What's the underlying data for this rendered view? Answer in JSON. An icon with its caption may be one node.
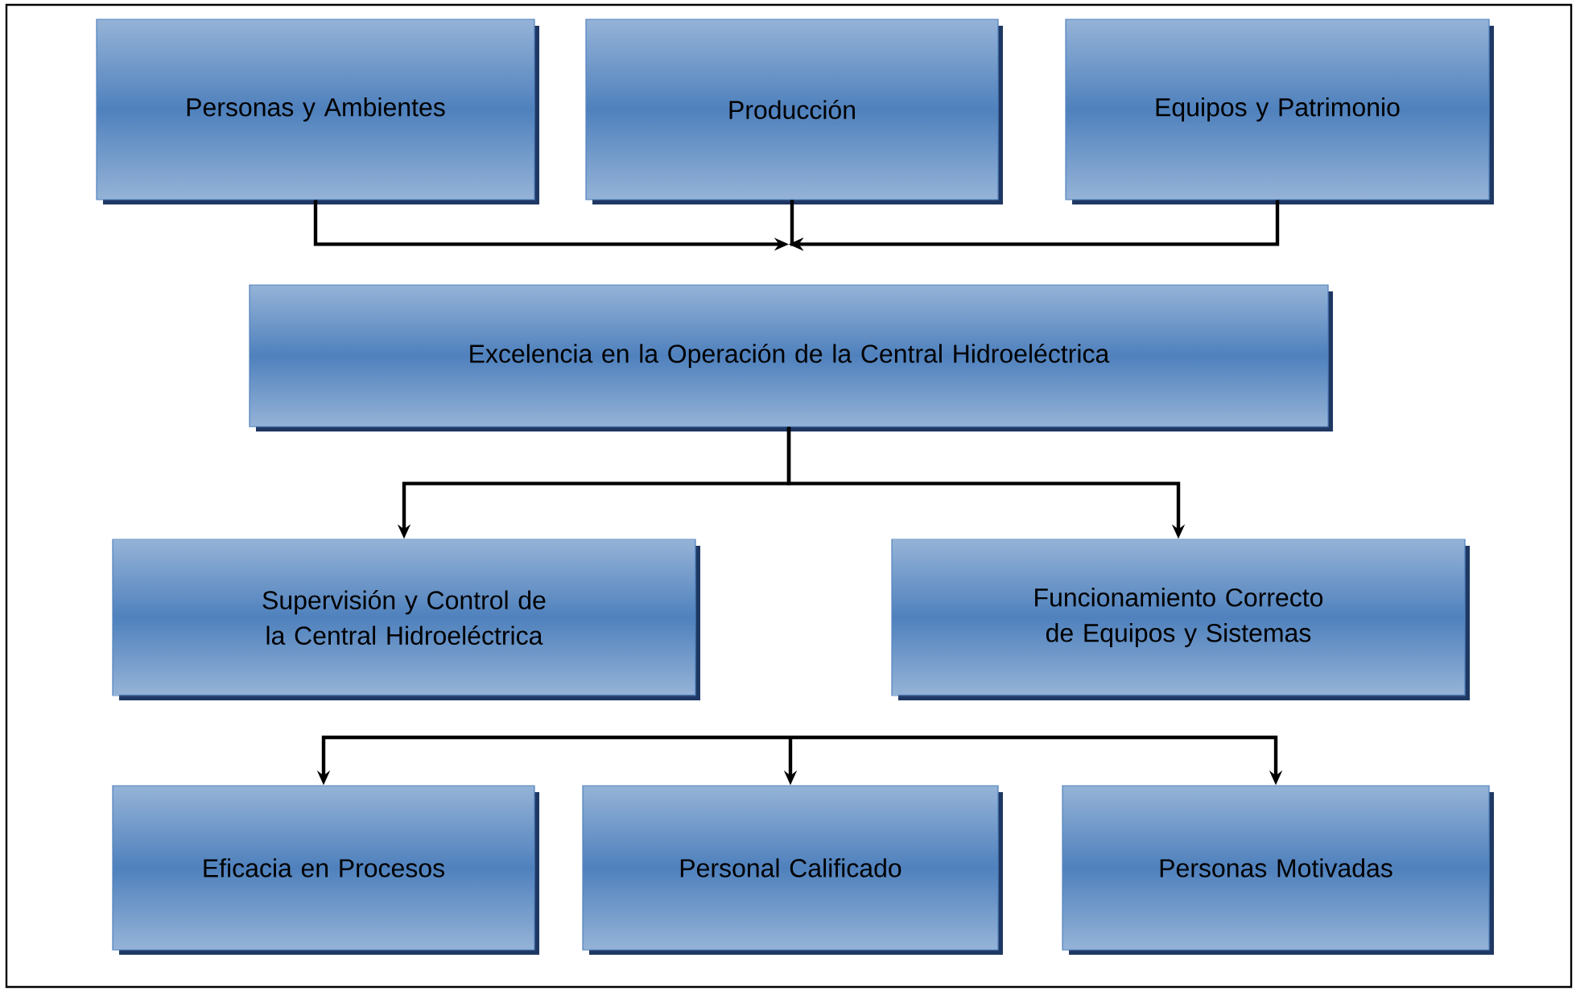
{
  "diagram": {
    "nodes": [
      {
        "text": [
          "Personas y Ambientes"
        ]
      },
      {
        "text": [
          "Producción"
        ]
      },
      {
        "text": [
          "Equipos y Patrimonio"
        ]
      },
      {
        "text": [
          "Excelencia en la Operación de la Central Hidroeléctrica"
        ]
      },
      {
        "text": [
          "Supervisión y Control de la Central Hidroeléctrica"
        ]
      },
      {
        "text": [
          "Funcionamiento Correcto de Equipos y Sistemas"
        ]
      },
      {
        "text": [
          "Eficacia en Procesos"
        ]
      },
      {
        "text": [
          "Personal Calificado"
        ]
      },
      {
        "text": [
          "Personas Motivadas"
        ]
      }
    ],
    "edges": [
      {
        "from": 0,
        "to": 3,
        "arrow": "to"
      },
      {
        "from": 1,
        "to": 3,
        "arrow": "to"
      },
      {
        "from": 2,
        "to": 3,
        "arrow": "to"
      },
      {
        "from": 3,
        "to": 4,
        "arrow": "to"
      },
      {
        "from": 3,
        "to": 5,
        "arrow": "to"
      },
      {
        "from": null,
        "to": 6,
        "arrow": "to"
      },
      {
        "from": null,
        "to": 7,
        "arrow": "to"
      },
      {
        "from": null,
        "to": 8,
        "arrow": "to"
      }
    ]
  }
}
